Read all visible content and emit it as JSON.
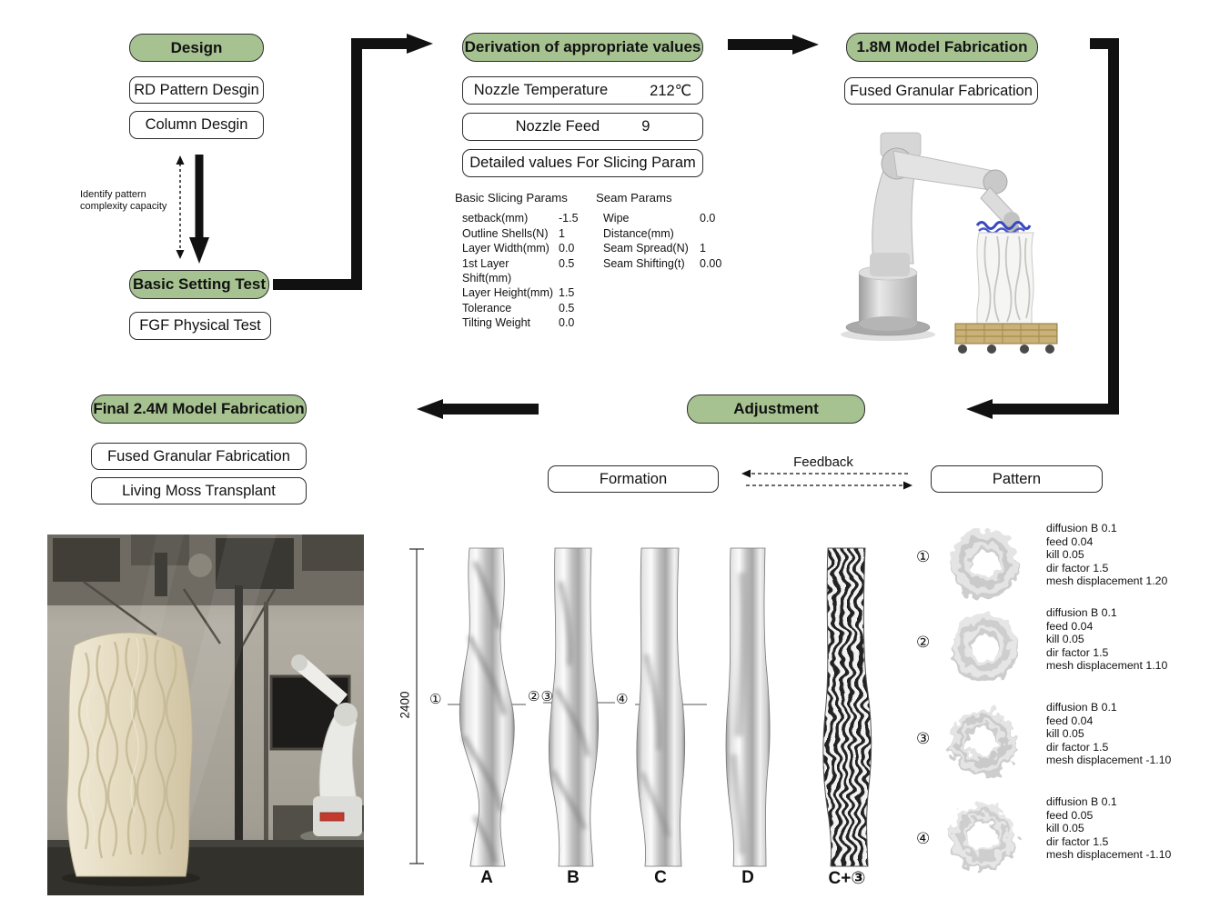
{
  "design": {
    "title": "Design",
    "items": [
      "RD Pattern Desgin",
      "Column Desgin"
    ],
    "arrow_note": "Identify pattern\ncomplexity capacity"
  },
  "basic_setting_test": {
    "title": "Basic Setting Test",
    "items": [
      "FGF Physical Test"
    ]
  },
  "derivation": {
    "title": "Derivation of appropriate values",
    "value_boxes": [
      {
        "label": "Nozzle Temperature",
        "value": "212℃"
      },
      {
        "label": "Nozzle Feed",
        "value": "9"
      },
      {
        "label": "Detailed values For Slicing Param",
        "value": ""
      }
    ],
    "basic_slicing": {
      "title": "Basic Slicing Params",
      "rows": [
        {
          "label": "setback(mm)",
          "value": "-1.5"
        },
        {
          "label": "Outline Shells(N)",
          "value": "1"
        },
        {
          "label": "Layer Width(mm)",
          "value": "0.0"
        },
        {
          "label": "1st Layer Shift(mm)",
          "value": "0.5"
        },
        {
          "label": "Layer Height(mm)",
          "value": "1.5"
        },
        {
          "label": "Tolerance",
          "value": "0.5"
        },
        {
          "label": "Tilting Weight",
          "value": "0.0"
        }
      ]
    },
    "seam": {
      "title": "Seam Params",
      "rows": [
        {
          "label": "Wipe Distance(mm)",
          "value": "0.0"
        },
        {
          "label": "Seam Spread(N)",
          "value": "1"
        },
        {
          "label": "Seam Shifting(t)",
          "value": "0.00"
        }
      ]
    }
  },
  "fabrication_18m": {
    "title": "1.8M Model Fabrication",
    "items": [
      "Fused Granular Fabrication"
    ]
  },
  "adjustment": {
    "title": "Adjustment",
    "formation": "Formation",
    "feedback": "Feedback",
    "pattern": "Pattern"
  },
  "final_24m": {
    "title": "Final 2.4M Model Fabrication",
    "items": [
      "Fused Granular Fabrication",
      "Living Moss Transplant"
    ]
  },
  "formation_diagram": {
    "dimension": "2400",
    "section_markers": [
      "①",
      "②③",
      "④"
    ],
    "column_labels": [
      "A",
      "B",
      "C",
      "D",
      "C+③"
    ]
  },
  "pattern_variants": [
    {
      "index": "①",
      "params": [
        "diffusion B 0.1",
        "feed 0.04",
        "kill 0.05",
        "dir factor 1.5",
        "mesh displacement 1.20"
      ]
    },
    {
      "index": "②",
      "params": [
        "diffusion B 0.1",
        "feed 0.04",
        "kill 0.05",
        "dir factor 1.5",
        "mesh displacement 1.10"
      ]
    },
    {
      "index": "③",
      "params": [
        "diffusion B 0.1",
        "feed 0.04",
        "kill 0.05",
        "dir factor 1.5",
        "mesh displacement -1.10"
      ]
    },
    {
      "index": "④",
      "params": [
        "diffusion B 0.1",
        "feed 0.05",
        "kill 0.05",
        "dir factor 1.5",
        "mesh displacement -1.10"
      ]
    }
  ],
  "colors": {
    "green_box": "#a6c291",
    "box_border": "#2d2d2d",
    "arrow": "#111111"
  }
}
